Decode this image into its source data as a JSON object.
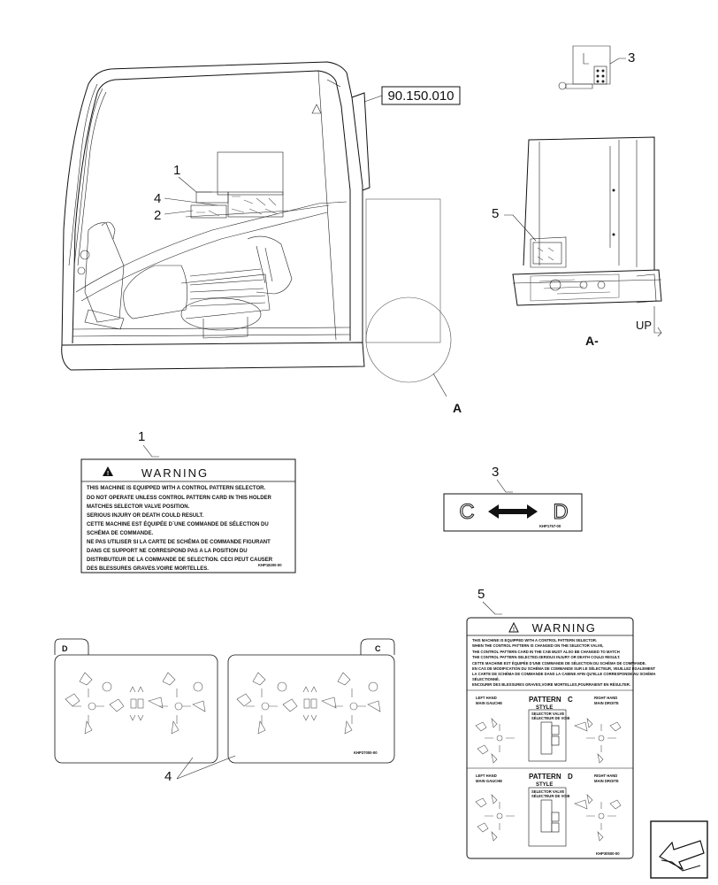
{
  "callouts": {
    "c1": "1",
    "c2": "2",
    "c3": "3",
    "c4": "4",
    "c5": "5",
    "detail_a": "A",
    "view_a": "A-",
    "up": "UP"
  },
  "ref_box": "90.150.010",
  "decal1": {
    "heading": "WARNING",
    "lines": [
      "THIS MACHINE IS EQUIPPED WITH A CONTROL PATTERN SELECTOR.",
      "DO NOT OPERATE UNLESS CONTROL PATTERN CARD IN THIS HOLDER",
      "MATCHES SELECTOR VALVE POSITION.",
      "SERIOUS INJURY OR DEATH COULD RESULT.",
      "CETTE MACHINE EST ÉQUIPÉE D´UNE COMMANDE DE SÉLECTION DU",
      "SCHÉMA DE COMMANDE.",
      "NE PAS UTILISER SI LA CARTE DE SCHÉMA DE COMMANDE FIGURANT",
      "DANS CE SUPPORT NE CORRESPOND PAS A LA POSITION DU",
      "DISTRIBUTEUR DE LA COMMANDE DE SELECTION. CECI PEUT CAUSER",
      "DES BLESSURES GRAVES.VOIRE MORTELLES."
    ],
    "code": "KHP18200-00"
  },
  "decal3": {
    "left": "C",
    "right": "D",
    "code": "KHP1757-00"
  },
  "decal4": {
    "left_tab": "D",
    "right_tab": "C",
    "code": "KHP27000-00"
  },
  "decal5": {
    "heading": "WARNING",
    "lines": [
      "THIS MACHINE IS EQUIPPED WITH A CONTROL PATTERN SELECTOR.",
      "WHEN THE CONTROL PATTERN IS CHANGED ON THE SELECTOR VALVE,",
      "THE CONTROL PATTERN CARD IN THE CAB MUST ALSO BE CHANGED TO MATCH",
      "THE CONTROL PATTERN SELECTED.SERIOUS INJURY OR DEATH COULD RESULT.",
      "CETTE MACHINE EST ÉQUIPÉE D'UNE COMMANDE DE SÉLECTION DU SCHÉMA DE COMMANDE.",
      "EN CAS DE MODIFICATION DU SCHÉMA DE COMMANDE SUR LE SÉLECTEUR, VEUILLEZ ÉGALEMENT",
      "LA CARTE DE SCHÉMA DE COMMANDE DANS LA CABINE AFIN QU'ELLE CORRESPONDE AU SCHÉMA",
      "SÉLECTIONNÉ.",
      "ENCOURIR DES BLESSURES GRAVES,VOIRE MORTELLES,POURRAIENT EN RÉSULTER."
    ],
    "left_hand": "LEFT HAND",
    "left_hand_fr": "MAIN GAUCHE",
    "right_hand": "RIGHT HAND",
    "right_hand_fr": "MAIN DROITE",
    "pattern": "PATTERN",
    "style": "STYLE",
    "pattern_c": "C",
    "pattern_d": "D",
    "selector_valve": "SELECTOR VALVE",
    "selector_valve_fr": "SÉLECTEUR DE VOIE",
    "code": "KHP30500-00"
  }
}
